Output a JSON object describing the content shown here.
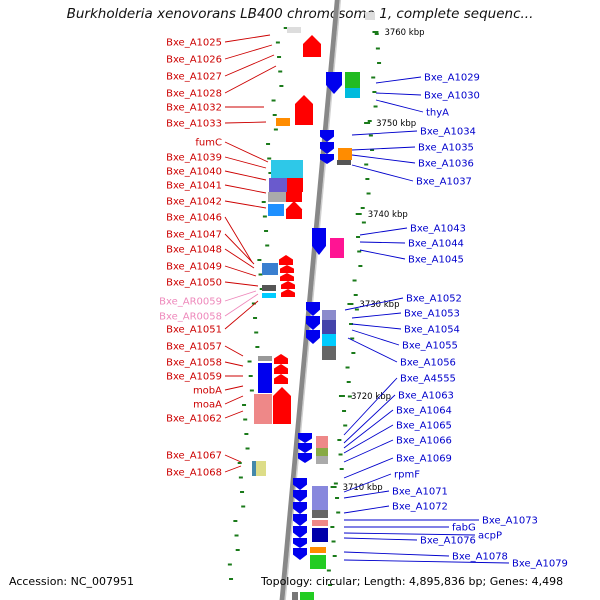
{
  "title": "Burkholderia xenovorans LB400 chromosome 1, complete sequenc...",
  "footer": {
    "accession": "Accession: NC_007951",
    "topology": "Topology: circular; Length: 4,895,836 bp; Genes: 4,498"
  },
  "colors": {
    "left_labels": "#cc0000",
    "pseudo_labels": "#ee88bb",
    "right_labels": "#0000cc",
    "forward_strand": "#ff0000",
    "reverse_strand": "#0000ee",
    "tick_marks": "#1a7a1a",
    "backbone": "#888888"
  },
  "ticks": [
    "3760 kbp",
    "3750 kbp",
    "3740 kbp",
    "3730 kbp",
    "3720 kbp",
    "3710 kbp"
  ],
  "left_labels": [
    {
      "text": "Bxe_A1025",
      "type": "gene"
    },
    {
      "text": "Bxe_A1026",
      "type": "gene"
    },
    {
      "text": "Bxe_A1027",
      "type": "gene"
    },
    {
      "text": "Bxe_A1028",
      "type": "gene"
    },
    {
      "text": "Bxe_A1032",
      "type": "gene"
    },
    {
      "text": "Bxe_A1033",
      "type": "gene"
    },
    {
      "text": "fumC",
      "type": "gene"
    },
    {
      "text": "Bxe_A1039",
      "type": "gene"
    },
    {
      "text": "Bxe_A1040",
      "type": "gene"
    },
    {
      "text": "Bxe_A1041",
      "type": "gene"
    },
    {
      "text": "Bxe_A1042",
      "type": "gene"
    },
    {
      "text": "Bxe_A1046",
      "type": "gene"
    },
    {
      "text": "Bxe_A1047",
      "type": "gene"
    },
    {
      "text": "Bxe_A1048",
      "type": "gene"
    },
    {
      "text": "Bxe_A1049",
      "type": "gene"
    },
    {
      "text": "Bxe_A1050",
      "type": "gene"
    },
    {
      "text": "Bxe_AR0059",
      "type": "rna"
    },
    {
      "text": "Bxe_AR0058",
      "type": "rna"
    },
    {
      "text": "Bxe_A1051",
      "type": "gene"
    },
    {
      "text": "Bxe_A1057",
      "type": "gene"
    },
    {
      "text": "Bxe_A1058",
      "type": "gene"
    },
    {
      "text": "Bxe_A1059",
      "type": "gene"
    },
    {
      "text": "mobA",
      "type": "gene"
    },
    {
      "text": "moaA",
      "type": "gene"
    },
    {
      "text": "Bxe_A1062",
      "type": "gene"
    },
    {
      "text": "Bxe_A1067",
      "type": "gene"
    },
    {
      "text": "Bxe_A1068",
      "type": "gene"
    }
  ],
  "right_labels": [
    {
      "text": "Bxe_A1029"
    },
    {
      "text": "Bxe_A1030"
    },
    {
      "text": "thyA"
    },
    {
      "text": "Bxe_A1034"
    },
    {
      "text": "Bxe_A1035"
    },
    {
      "text": "Bxe_A1036"
    },
    {
      "text": "Bxe_A1037"
    },
    {
      "text": "Bxe_A1043"
    },
    {
      "text": "Bxe_A1044"
    },
    {
      "text": "Bxe_A1045"
    },
    {
      "text": "Bxe_A1052"
    },
    {
      "text": "Bxe_A1053"
    },
    {
      "text": "Bxe_A1054"
    },
    {
      "text": "Bxe_A1055"
    },
    {
      "text": "Bxe_A1056"
    },
    {
      "text": "Bxe_A4555"
    },
    {
      "text": "Bxe_A1063"
    },
    {
      "text": "Bxe_A1064"
    },
    {
      "text": "Bxe_A1065"
    },
    {
      "text": "Bxe_A1066"
    },
    {
      "text": "Bxe_A1069"
    },
    {
      "text": "rpmF"
    },
    {
      "text": "Bxe_A1071"
    },
    {
      "text": "Bxe_A1072"
    },
    {
      "text": "Bxe_A1073"
    },
    {
      "text": "fabG"
    },
    {
      "text": "acpP"
    },
    {
      "text": "Bxe_A1076"
    },
    {
      "text": "Bxe_A1078"
    },
    {
      "text": "Bxe_A1079"
    }
  ]
}
